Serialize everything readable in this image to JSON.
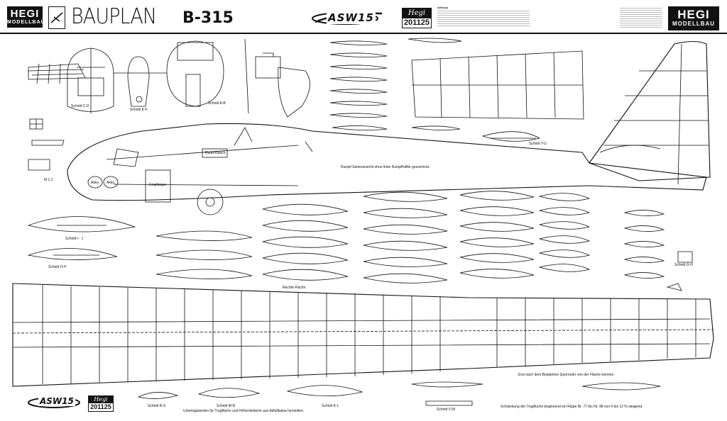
{
  "header": {
    "logo_left": {
      "line1": "HEGI",
      "line2": "MODELLBAU"
    },
    "title": "BAUPLAN",
    "plan_number": "B-315",
    "model_logo": "ASW15",
    "stamp_number": "201125",
    "logo_right": {
      "line1": "HEGI",
      "line2": "MODELLBAU"
    },
    "notice_heading": "Achtung!"
  },
  "labels": {
    "section_cd": "Schnitt C-D",
    "section_ef": "Schnitt E-F",
    "section_ab": "Schnitt A-B",
    "section_tu": "Schnitt T-U",
    "section_jz": "Schnitt I - J",
    "section_op": "Schnitt O-P",
    "section_rs": "Schnitt R-S",
    "section_mn": "Schnitt M-N",
    "section_kl": "Schnitt K-L",
    "section_vw": "Schnitt V-W",
    "section_gh": "Schnitt G-H",
    "fuselage_note": "Rumpf Seitenansicht ohne linke Rumpfhälfte gezeichnet.",
    "rudder_servo": "Rudermasch.",
    "receiver": "Empfänger",
    "battery_1": "Akku",
    "battery_2": "Akku",
    "scale": "M 1:1",
    "right_wing": "Rechte Fläche",
    "aileron_note": "Erst nach dem Beplanken Querruder von der Fläche trennen.",
    "template_note": "Unterlagsleisten für Tragfläche und Höhenleitwerk aus Abfallbalsa herstellen.",
    "washout_note": "Schränkung der Tragflüche beginnend ein Rippe Nr. 77 bis Nr. 98 von 0 bis 12 % steigend."
  }
}
